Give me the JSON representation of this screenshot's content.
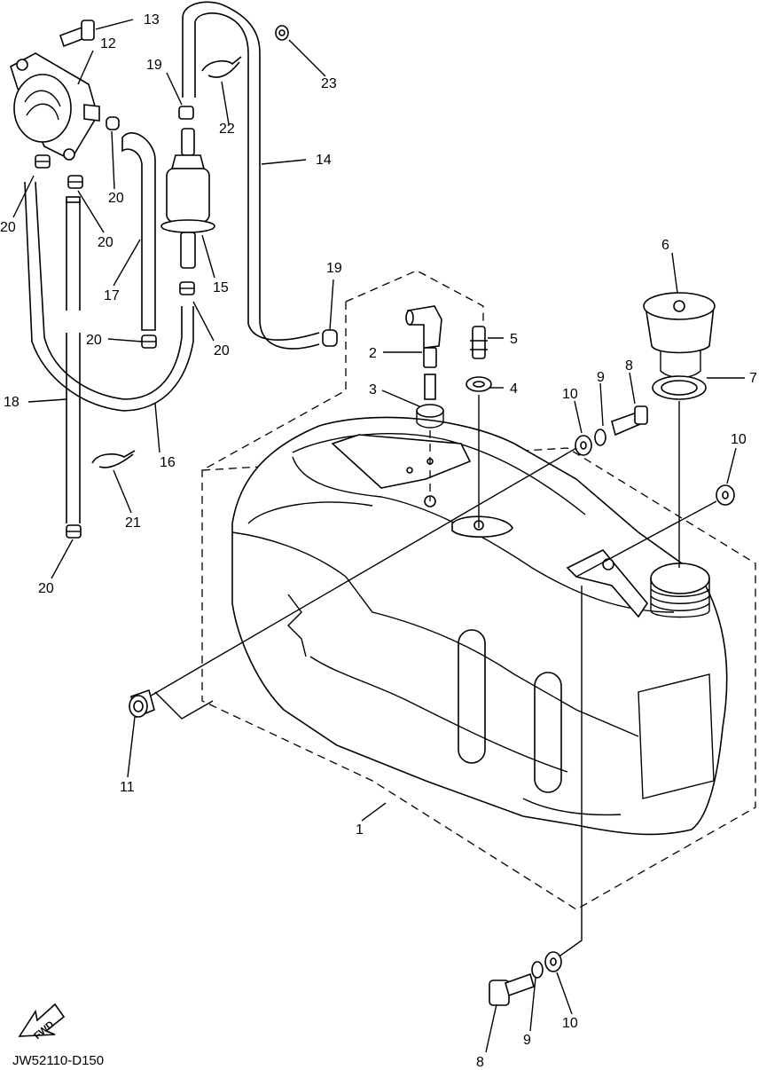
{
  "callouts": [
    {
      "id": "c1",
      "label": "1"
    },
    {
      "id": "c2",
      "label": "2"
    },
    {
      "id": "c3",
      "label": "3"
    },
    {
      "id": "c4",
      "label": "4"
    },
    {
      "id": "c5",
      "label": "5"
    },
    {
      "id": "c6",
      "label": "6"
    },
    {
      "id": "c7",
      "label": "7"
    },
    {
      "id": "c8a",
      "label": "8"
    },
    {
      "id": "c8b",
      "label": "8"
    },
    {
      "id": "c9a",
      "label": "9"
    },
    {
      "id": "c9b",
      "label": "9"
    },
    {
      "id": "c10a",
      "label": "10"
    },
    {
      "id": "c10b",
      "label": "10"
    },
    {
      "id": "c10c",
      "label": "10"
    },
    {
      "id": "c11",
      "label": "11"
    },
    {
      "id": "c12",
      "label": "12"
    },
    {
      "id": "c13",
      "label": "13"
    },
    {
      "id": "c14",
      "label": "14"
    },
    {
      "id": "c15",
      "label": "15"
    },
    {
      "id": "c16",
      "label": "16"
    },
    {
      "id": "c17",
      "label": "17"
    },
    {
      "id": "c18",
      "label": "18"
    },
    {
      "id": "c19a",
      "label": "19"
    },
    {
      "id": "c19b",
      "label": "19"
    },
    {
      "id": "c20a",
      "label": "20"
    },
    {
      "id": "c20b",
      "label": "20"
    },
    {
      "id": "c20c",
      "label": "20"
    },
    {
      "id": "c20d",
      "label": "20"
    },
    {
      "id": "c20e",
      "label": "20"
    },
    {
      "id": "c20f",
      "label": "20"
    },
    {
      "id": "c21",
      "label": "21"
    },
    {
      "id": "c22",
      "label": "22"
    },
    {
      "id": "c23",
      "label": "23"
    }
  ],
  "fwd_label": "FWD",
  "drawing_code": "JW52110-D150"
}
